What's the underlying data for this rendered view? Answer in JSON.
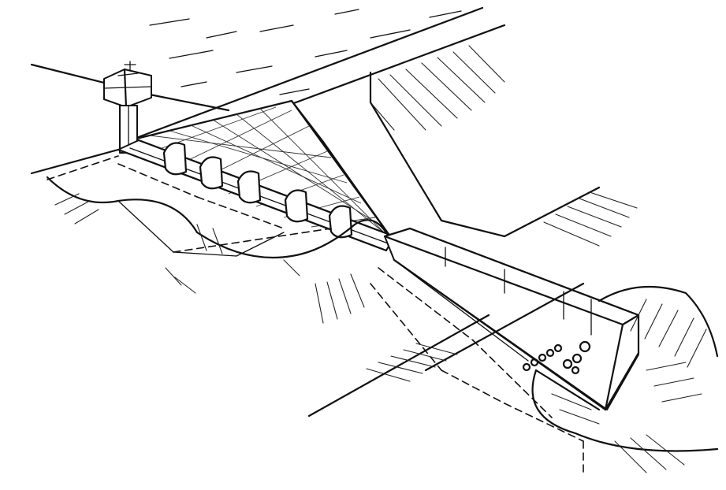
{
  "figure": {
    "subject": "dam-outlet-conduit-illustration",
    "components": [
      "intake-tower",
      "embankment",
      "upstream-face-riprap",
      "outlet-conduit",
      "anti-seep-collars",
      "stilling-basin",
      "energy-dissipator-blocks",
      "abutment-slope-hatching"
    ],
    "collar_count": 5
  }
}
